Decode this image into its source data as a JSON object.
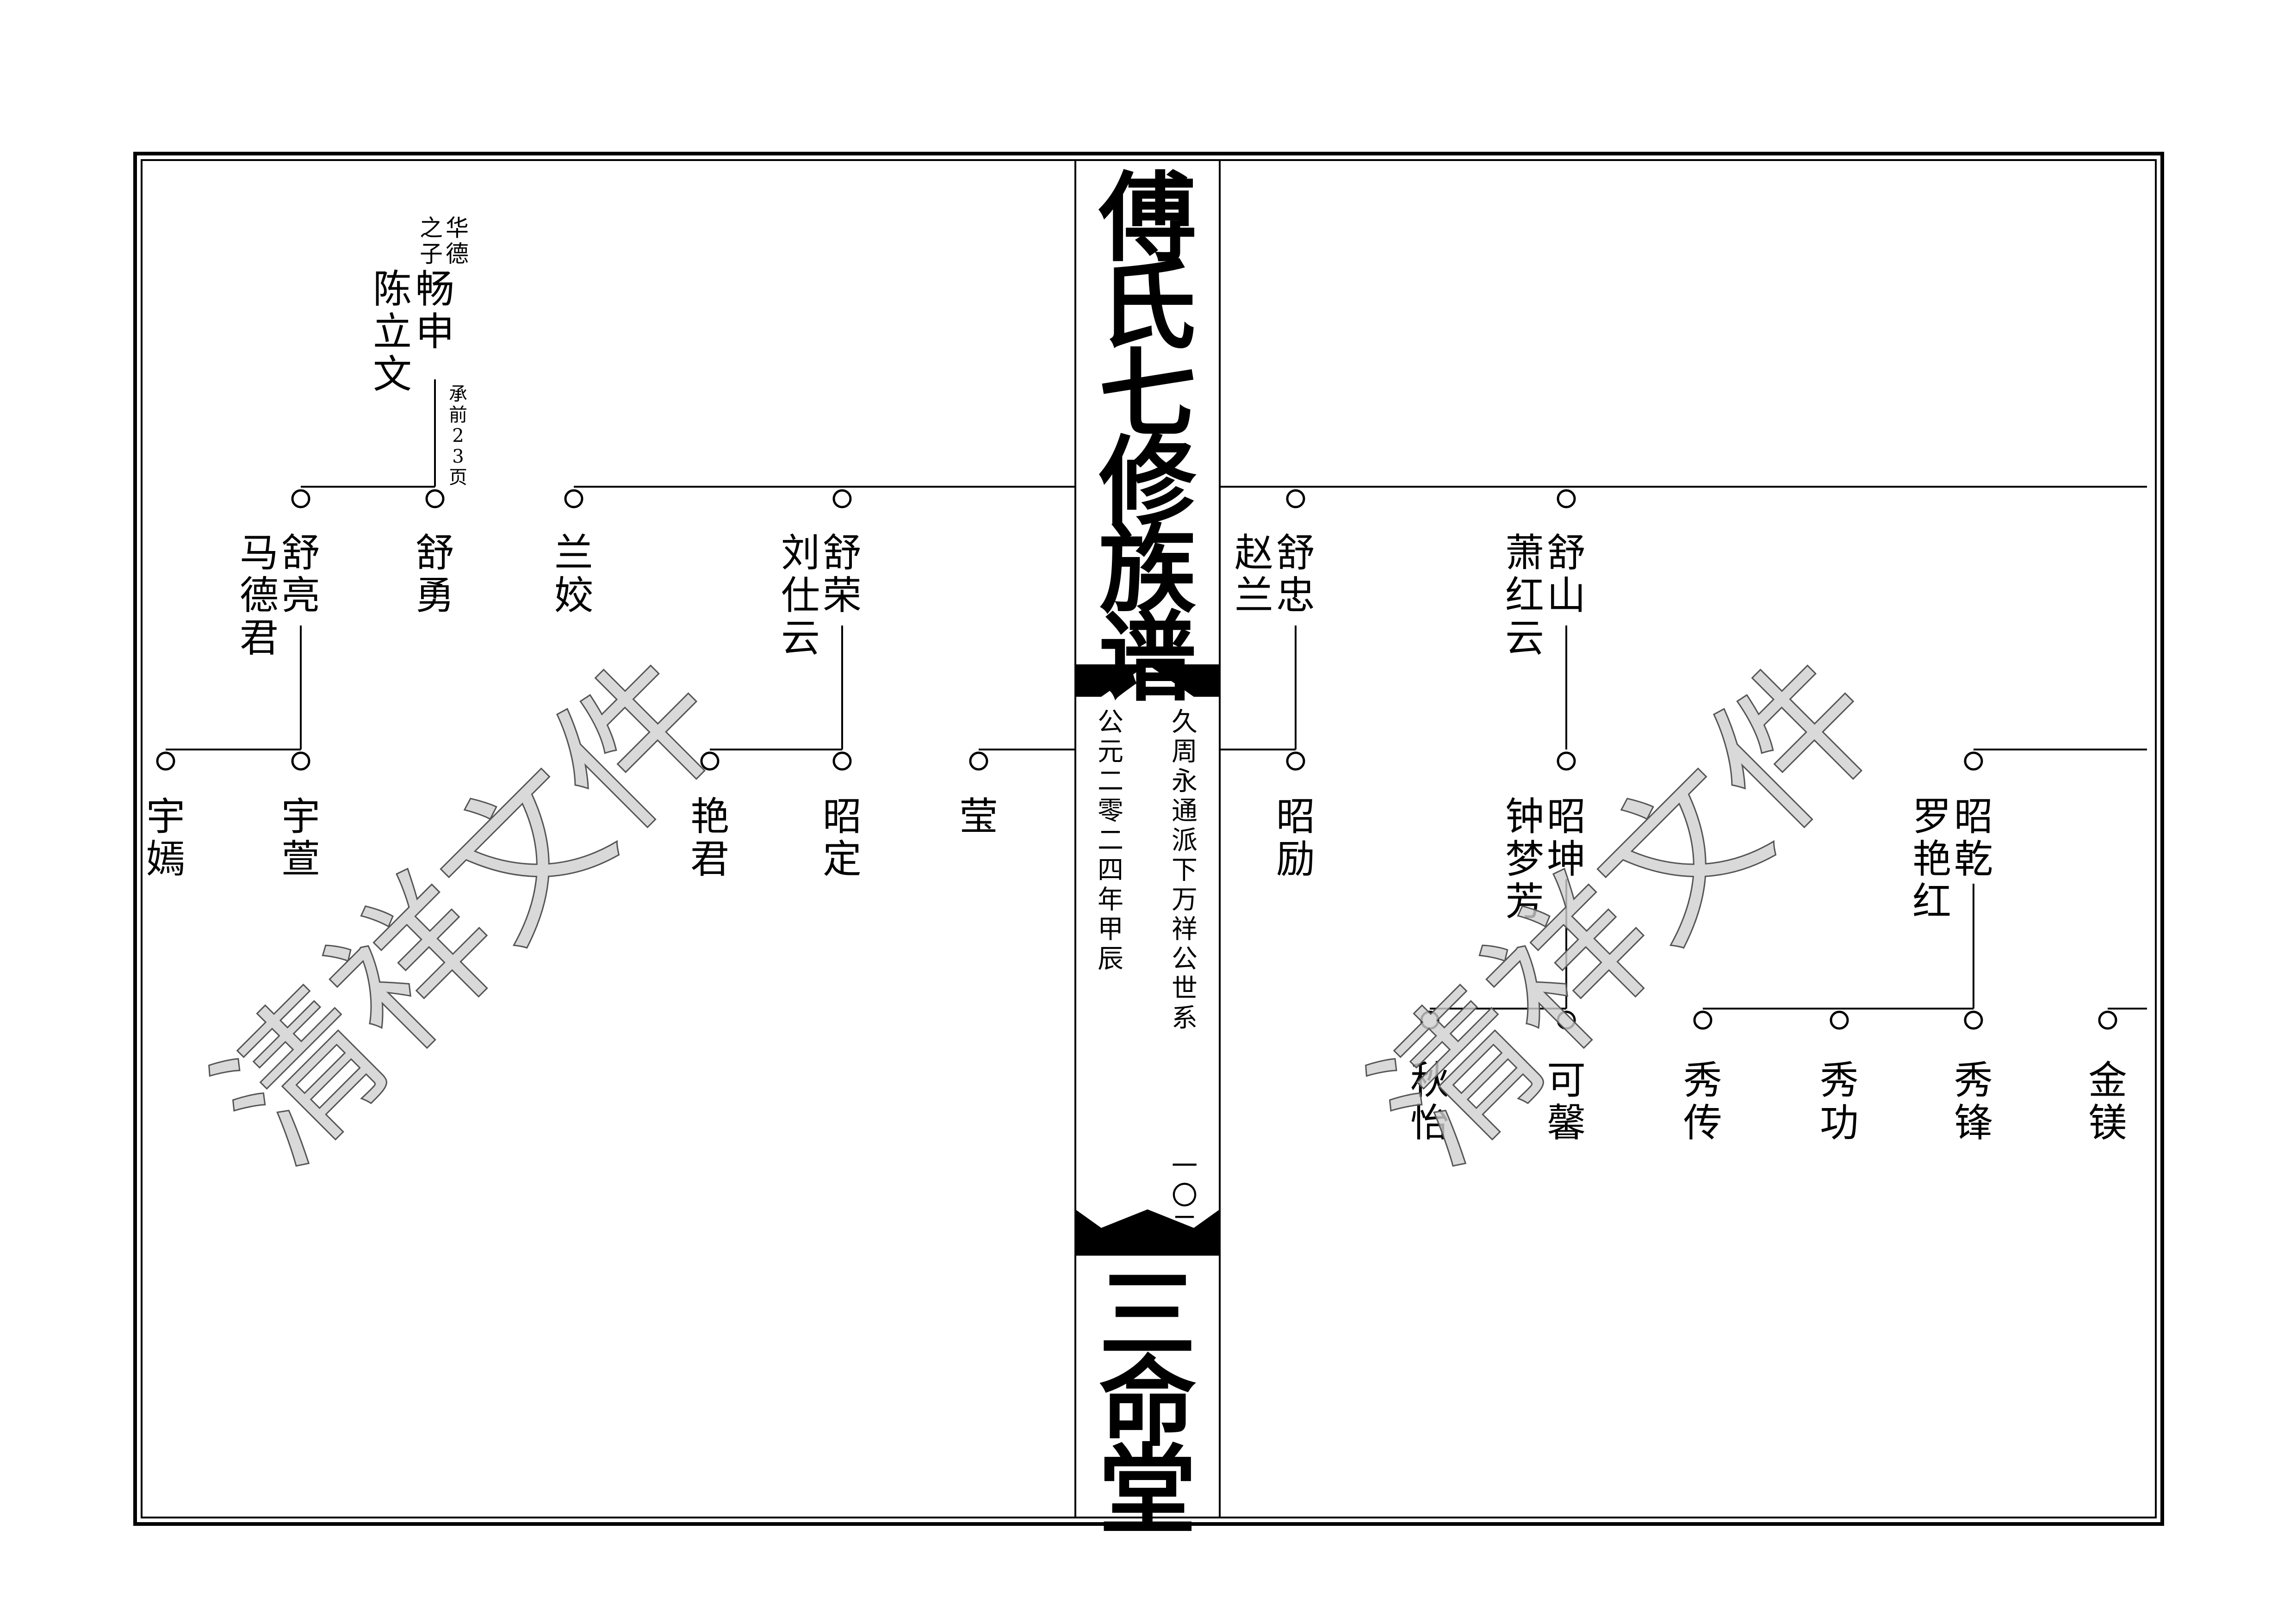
{
  "spine": {
    "title": "傅氏七修族谱",
    "lineage": "久周永通派下万祥公世系",
    "date": "公元二零二四年甲辰",
    "page_number": "一〇二",
    "hall": "三命堂"
  },
  "watermark": "清祥文件",
  "left_page": {
    "ancestor": {
      "father_note": "华德之子",
      "name": "畅申",
      "spouse": "陈立文",
      "ref_note": "承前23页"
    },
    "gen1": [
      {
        "name": "舒亮",
        "spouse": "马德君"
      },
      {
        "name": "舒勇"
      },
      {
        "name": "兰姣"
      },
      {
        "name": "舒荣",
        "spouse": "刘仕云"
      }
    ],
    "gen2": [
      {
        "name": "宇嫣"
      },
      {
        "name": "宇萱"
      },
      {
        "name": "艳君"
      },
      {
        "name": "昭定"
      },
      {
        "name": "莹"
      }
    ]
  },
  "right_page": {
    "gen1": [
      {
        "name": "舒忠",
        "spouse": "赵兰"
      },
      {
        "name": "舒山",
        "spouse": "萧红云"
      }
    ],
    "gen2": [
      {
        "name": "昭励"
      },
      {
        "name": "昭坤",
        "spouse": "钟梦芳"
      },
      {
        "name": "昭乾",
        "spouse": "罗艳红"
      }
    ],
    "gen3": [
      {
        "name": "秋怡"
      },
      {
        "name": "可馨"
      },
      {
        "name": "秀传"
      },
      {
        "name": "秀功"
      },
      {
        "name": "秀锋"
      },
      {
        "name": "金镁"
      }
    ]
  }
}
